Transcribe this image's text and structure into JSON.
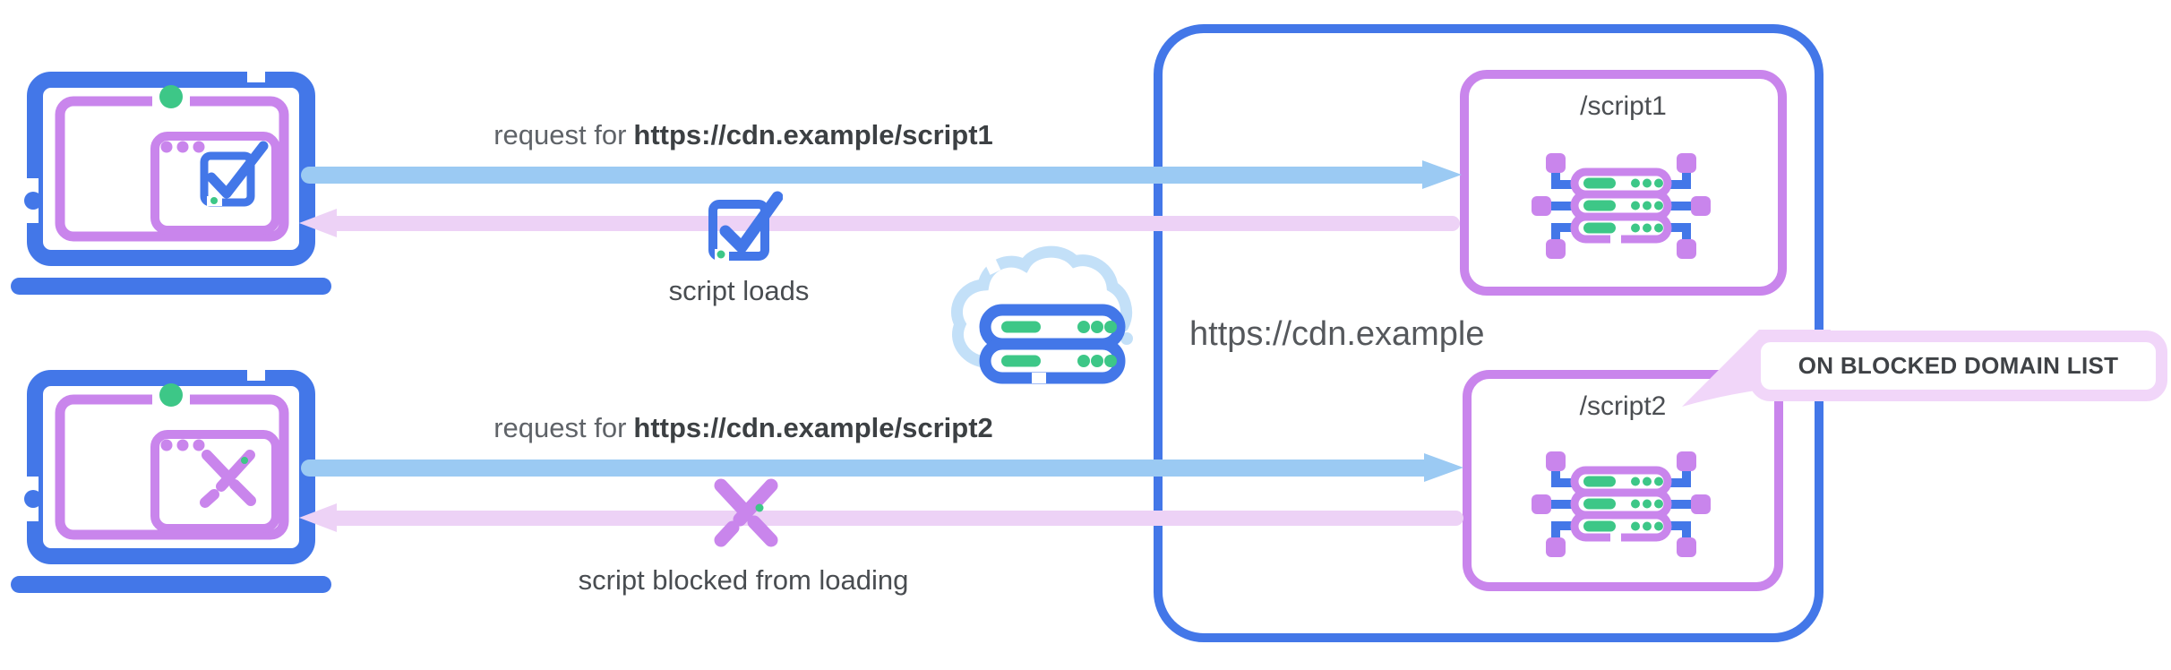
{
  "flow1": {
    "request_prefix": "request for",
    "request_url": "https://cdn.example/script1",
    "result_label": "script loads"
  },
  "flow2": {
    "request_prefix": "request for",
    "request_url": "https://cdn.example/script2",
    "result_label": "script blocked from loading"
  },
  "cdn": {
    "domain_label": "https://cdn.example",
    "endpoints": [
      {
        "label": "/script1",
        "status": "allowed"
      },
      {
        "label": "/script2",
        "status": "blocked"
      }
    ],
    "callout_label": "ON BLOCKED DOMAIN LIST"
  },
  "icons": {
    "client_top": "laptop-with-check",
    "client_bottom": "laptop-with-cross",
    "network": "cloud-server",
    "allowed": "check-square",
    "blocked": "cross-x",
    "endpoint": "server-rack-with-connectors"
  },
  "colors": {
    "blue": "#4377E8",
    "light_blue": "#9BCAF3",
    "pale_blue": "#C3E0F8",
    "purple": "#C985EC",
    "pale_pink": "#EDD2F6",
    "callout_pink": "#F1D6F9",
    "green": "#3DC787",
    "text_gray": "#5F6368",
    "text_dark": "#3C4043"
  }
}
